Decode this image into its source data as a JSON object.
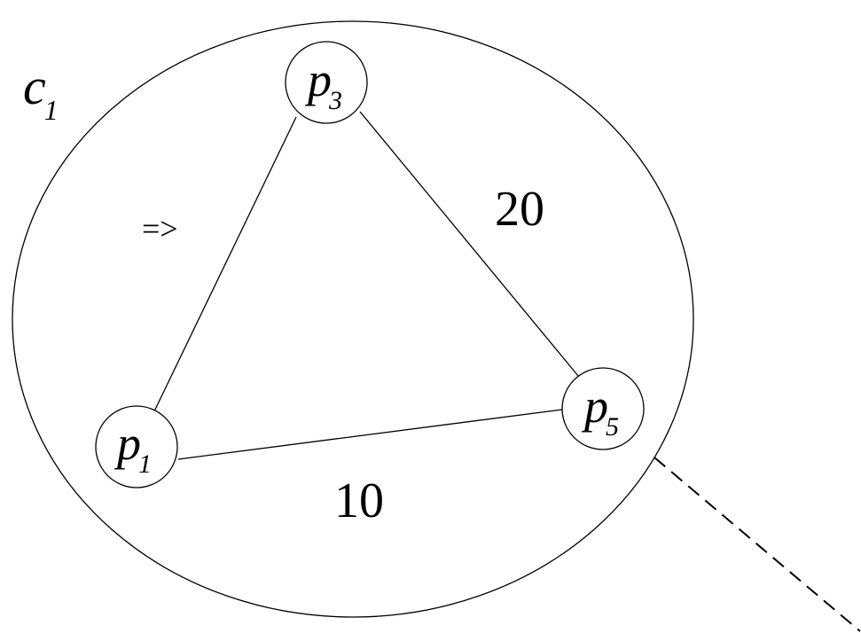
{
  "cluster": {
    "letter": "c",
    "subscript": "1"
  },
  "nodes": [
    {
      "id": "p3",
      "letter": "p",
      "subscript": "3"
    },
    {
      "id": "p1",
      "letter": "p",
      "subscript": "1"
    },
    {
      "id": "p5",
      "letter": "p",
      "subscript": "5"
    }
  ],
  "edge_labels": {
    "p3_p5": "20",
    "p1_p5": "10",
    "p1_p3": "=>"
  }
}
